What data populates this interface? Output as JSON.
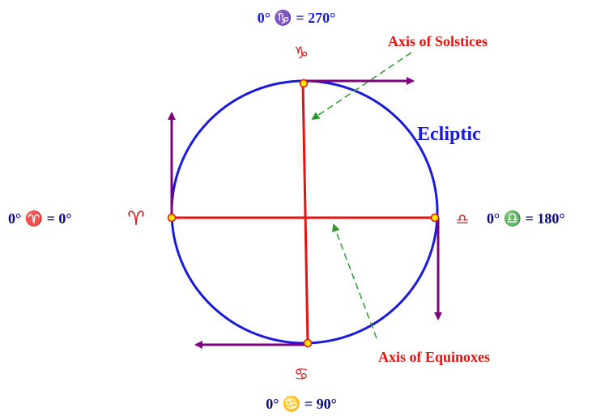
{
  "colors": {
    "circle": "#1a1adc",
    "axes": "#e81010",
    "arrows": "#800080",
    "pointer": "#2a9a2a",
    "point_fill": "#ffe800",
    "point_stroke": "#e81010",
    "label_dark": "#0a0a80",
    "label_red": "#e81010",
    "label_blue": "#1a1adc"
  },
  "labels": {
    "top_value": "0° ♑ = 270°",
    "left_value": "0° ♈ = 0°",
    "right_value": "0° ♎ = 180°",
    "bottom_value": "0° ♋ = 90°",
    "ecliptic": "Ecliptic",
    "axis_solstices": "Axis of Solstices",
    "axis_equinoxes": "Axis of Equinoxes"
  },
  "signs": {
    "capricorn": "♑",
    "aries": "♈",
    "libra": "♎",
    "cancer": "♋"
  }
}
